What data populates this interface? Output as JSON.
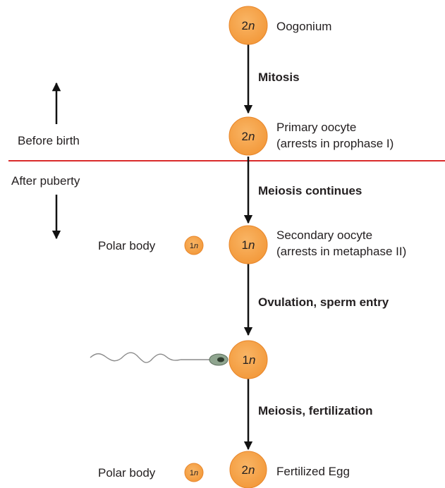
{
  "colors": {
    "cell_fill": "#f7a144",
    "cell_stroke": "#e8862a",
    "divider": "#d92b2b",
    "arrow": "#111111",
    "sperm_head": "#8fa58f"
  },
  "cells": {
    "oogonium": {
      "ploidy_num": "2",
      "ploidy_var": "n",
      "label": "Oogonium"
    },
    "primary": {
      "ploidy_num": "2",
      "ploidy_var": "n",
      "label_line1": "Primary oocyte",
      "label_line2": "(arrests in prophase I)"
    },
    "secondary": {
      "ploidy_num": "1",
      "ploidy_var": "n",
      "label_line1": "Secondary oocyte",
      "label_line2": "(arrests in metaphase II)"
    },
    "fertilizing": {
      "ploidy_num": "1",
      "ploidy_var": "n"
    },
    "egg": {
      "ploidy_num": "2",
      "ploidy_var": "n",
      "label": "Fertilized Egg"
    }
  },
  "polar_bodies": [
    {
      "label": "Polar body",
      "ploidy_num": "1",
      "ploidy_var": "n"
    },
    {
      "label": "Polar body",
      "ploidy_num": "1",
      "ploidy_var": "n"
    }
  ],
  "steps": {
    "step1": "Mitosis",
    "step2": "Meiosis continues",
    "step3": "Ovulation, sperm entry",
    "step4": "Meiosis, fertilization"
  },
  "timeline": {
    "before": "Before birth",
    "after": "After puberty"
  },
  "icons": {
    "up_arrow": "arrow-up-icon",
    "down_arrow": "arrow-down-icon",
    "sperm": "sperm-icon"
  }
}
